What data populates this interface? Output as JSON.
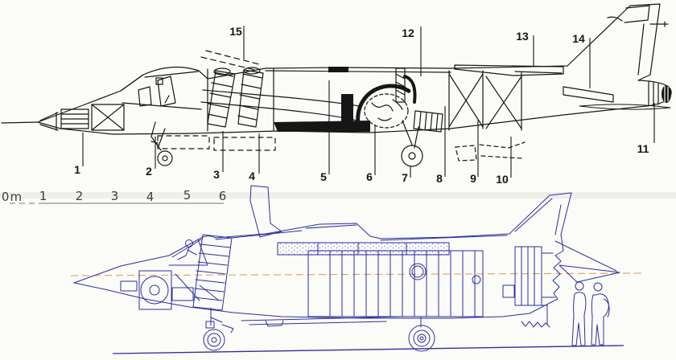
{
  "canvas": {
    "background": "#fbfbf8",
    "artifact_band_color": "#ecebe6"
  },
  "top_cutaway": {
    "ink_color": "#161616",
    "callouts": [
      "1",
      "2",
      "3",
      "4",
      "5",
      "6",
      "7",
      "8",
      "9",
      "10",
      "11",
      "12",
      "13",
      "14",
      "15"
    ]
  },
  "scale_bar": {
    "labels": [
      "0m",
      "1",
      "2",
      "3",
      "4",
      "5",
      "6"
    ],
    "text_color": "#3d3d3d",
    "line_color": "#8f8f8f"
  },
  "bottom_cutaway": {
    "line_color": "#2e2ea0",
    "stipple_color": "#8d93cf",
    "centerline_color": "#d2a75a",
    "ground_line_color": "#2e2ea0"
  }
}
